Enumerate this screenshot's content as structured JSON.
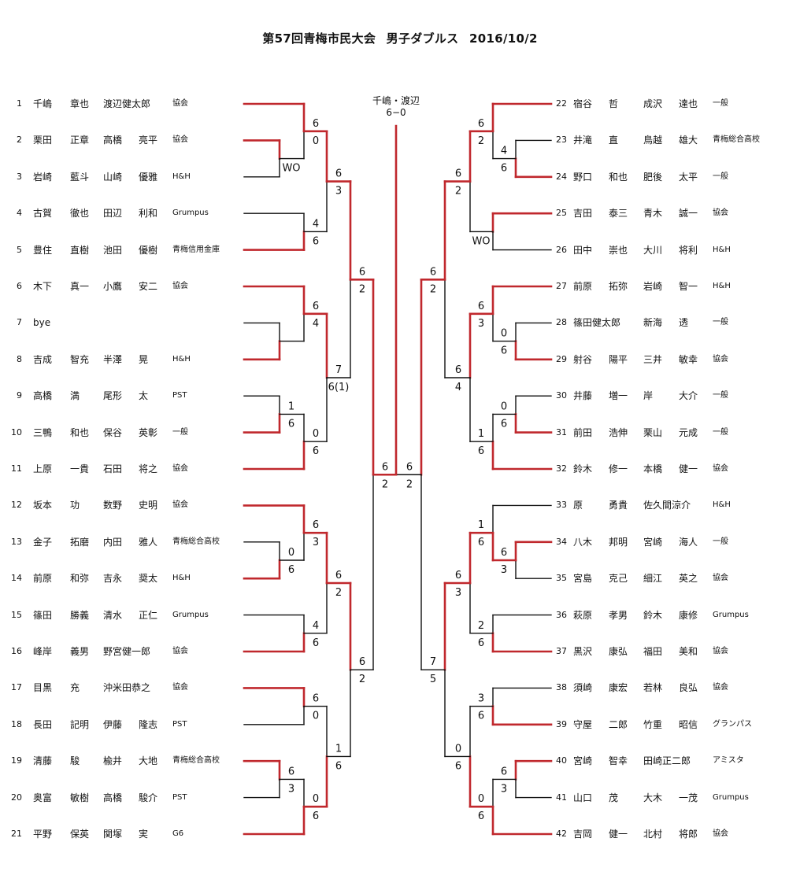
{
  "title": {
    "event": "第57回青梅市民大会",
    "category": "男子ダブルス",
    "date": "2016/10/2"
  },
  "champion": {
    "names": "千嶋・渡辺",
    "final_score": "6−0"
  },
  "colors": {
    "winner_line": "#c0282d",
    "loser_line": "#111111"
  },
  "left_entries": [
    {
      "no": "1",
      "p1": [
        "千嶋",
        "章也"
      ],
      "p2": [
        "渡辺健太郎",
        ""
      ],
      "club": "協会"
    },
    {
      "no": "2",
      "p1": [
        "栗田",
        "正章"
      ],
      "p2": [
        "高橋",
        "亮平"
      ],
      "club": "協会"
    },
    {
      "no": "3",
      "p1": [
        "岩崎",
        "藍斗"
      ],
      "p2": [
        "山崎",
        "優雅"
      ],
      "club": "H&H"
    },
    {
      "no": "4",
      "p1": [
        "古賀",
        "徹也"
      ],
      "p2": [
        "田辺",
        "利和"
      ],
      "club": "Grumpus"
    },
    {
      "no": "5",
      "p1": [
        "豊住",
        "直樹"
      ],
      "p2": [
        "池田",
        "優樹"
      ],
      "club": "青梅信用金庫"
    },
    {
      "no": "6",
      "p1": [
        "木下",
        "真一"
      ],
      "p2": [
        "小鷹",
        "安二"
      ],
      "club": "協会"
    },
    {
      "no": "7",
      "p1": [
        "bye",
        ""
      ],
      "p2": [
        "",
        ""
      ],
      "club": ""
    },
    {
      "no": "8",
      "p1": [
        "吉成",
        "智充"
      ],
      "p2": [
        "半澤",
        "晃"
      ],
      "club": "H&H"
    },
    {
      "no": "9",
      "p1": [
        "高橋",
        "満"
      ],
      "p2": [
        "尾形",
        "太"
      ],
      "club": "PST"
    },
    {
      "no": "10",
      "p1": [
        "三鴨",
        "和也"
      ],
      "p2": [
        "保谷",
        "英彰"
      ],
      "club": "一般"
    },
    {
      "no": "11",
      "p1": [
        "上原",
        "一貴"
      ],
      "p2": [
        "石田",
        "将之"
      ],
      "club": "協会"
    },
    {
      "no": "12",
      "p1": [
        "坂本",
        "功"
      ],
      "p2": [
        "数野",
        "史明"
      ],
      "club": "協会"
    },
    {
      "no": "13",
      "p1": [
        "金子",
        "拓磨"
      ],
      "p2": [
        "内田",
        "雅人"
      ],
      "club": "青梅総合高校"
    },
    {
      "no": "14",
      "p1": [
        "前原",
        "和弥"
      ],
      "p2": [
        "吉永",
        "奨太"
      ],
      "club": "H&H"
    },
    {
      "no": "15",
      "p1": [
        "篠田",
        "勝義"
      ],
      "p2": [
        "清水",
        "正仁"
      ],
      "club": "Grumpus"
    },
    {
      "no": "16",
      "p1": [
        "峰岸",
        "義男"
      ],
      "p2": [
        "野宮健一郎",
        ""
      ],
      "club": "協会"
    },
    {
      "no": "17",
      "p1": [
        "目黒",
        "充"
      ],
      "p2": [
        "沖米田恭之",
        ""
      ],
      "club": "協会"
    },
    {
      "no": "18",
      "p1": [
        "長田",
        "記明"
      ],
      "p2": [
        "伊藤",
        "隆志"
      ],
      "club": "PST"
    },
    {
      "no": "19",
      "p1": [
        "清藤",
        "駿"
      ],
      "p2": [
        "楡井",
        "大地"
      ],
      "club": "青梅総合高校"
    },
    {
      "no": "20",
      "p1": [
        "奥富",
        "敏樹"
      ],
      "p2": [
        "高橋",
        "駿介"
      ],
      "club": "PST"
    },
    {
      "no": "21",
      "p1": [
        "平野",
        "保英"
      ],
      "p2": [
        "関塚",
        "実"
      ],
      "club": "G6"
    }
  ],
  "right_entries": [
    {
      "no": "22",
      "p1": [
        "宿谷",
        "哲"
      ],
      "p2": [
        "成沢",
        "達也"
      ],
      "club": "一般"
    },
    {
      "no": "23",
      "p1": [
        "井滝",
        "直"
      ],
      "p2": [
        "鳥越",
        "雄大"
      ],
      "club": "青梅総合高校"
    },
    {
      "no": "24",
      "p1": [
        "野口",
        "和也"
      ],
      "p2": [
        "肥後",
        "太平"
      ],
      "club": "一般"
    },
    {
      "no": "25",
      "p1": [
        "吉田",
        "泰三"
      ],
      "p2": [
        "青木",
        "誠一"
      ],
      "club": "協会"
    },
    {
      "no": "26",
      "p1": [
        "田中",
        "崇也"
      ],
      "p2": [
        "大川",
        "将利"
      ],
      "club": "H&H"
    },
    {
      "no": "27",
      "p1": [
        "前原",
        "拓弥"
      ],
      "p2": [
        "岩崎",
        "智一"
      ],
      "club": "H&H"
    },
    {
      "no": "28",
      "p1": [
        "篠田健太郎",
        ""
      ],
      "p2": [
        "新海",
        "透"
      ],
      "club": "一般"
    },
    {
      "no": "29",
      "p1": [
        "射谷",
        "陽平"
      ],
      "p2": [
        "三井",
        "敏幸"
      ],
      "club": "協会"
    },
    {
      "no": "30",
      "p1": [
        "井藤",
        "増一"
      ],
      "p2": [
        "岸",
        "大介"
      ],
      "club": "一般"
    },
    {
      "no": "31",
      "p1": [
        "前田",
        "浩伸"
      ],
      "p2": [
        "栗山",
        "元成"
      ],
      "club": "一般"
    },
    {
      "no": "32",
      "p1": [
        "鈴木",
        "修一"
      ],
      "p2": [
        "本橋",
        "健一"
      ],
      "club": "協会"
    },
    {
      "no": "33",
      "p1": [
        "原",
        "勇貴"
      ],
      "p2": [
        "佐久間涼介",
        ""
      ],
      "club": "H&H"
    },
    {
      "no": "34",
      "p1": [
        "八木",
        "邦明"
      ],
      "p2": [
        "宮崎",
        "海人"
      ],
      "club": "一般"
    },
    {
      "no": "35",
      "p1": [
        "宮島",
        "克己"
      ],
      "p2": [
        "細江",
        "英之"
      ],
      "club": "協会"
    },
    {
      "no": "36",
      "p1": [
        "萩原",
        "孝男"
      ],
      "p2": [
        "鈴木",
        "康修"
      ],
      "club": "Grumpus"
    },
    {
      "no": "37",
      "p1": [
        "黒沢",
        "康弘"
      ],
      "p2": [
        "福田",
        "美和"
      ],
      "club": "協会"
    },
    {
      "no": "38",
      "p1": [
        "須崎",
        "康宏"
      ],
      "p2": [
        "若林",
        "良弘"
      ],
      "club": "協会"
    },
    {
      "no": "39",
      "p1": [
        "守屋",
        "二郎"
      ],
      "p2": [
        "竹重",
        "昭信"
      ],
      "club": "グランパス"
    },
    {
      "no": "40",
      "p1": [
        "宮崎",
        "智幸"
      ],
      "p2": [
        "田崎正二郎",
        ""
      ],
      "club": "アミスタ"
    },
    {
      "no": "41",
      "p1": [
        "山口",
        "茂"
      ],
      "p2": [
        "大木",
        "一茂"
      ],
      "club": "Grumpus"
    },
    {
      "no": "42",
      "p1": [
        "吉岡",
        "健一"
      ],
      "p2": [
        "北村",
        "将郎"
      ],
      "club": "協会"
    }
  ],
  "matches": {
    "left": [
      {
        "id": "L1",
        "round": 0,
        "a": {
          "entry": 2
        },
        "b": {
          "entry": 3
        },
        "winner": "a",
        "top_score": "",
        "bottom_score": "WO"
      },
      {
        "id": "L2",
        "round": 1,
        "a": {
          "entry": 1
        },
        "b": {
          "match": "L1"
        },
        "winner": "a",
        "top_score": "6",
        "bottom_score": "0"
      },
      {
        "id": "L3",
        "round": 1,
        "a": {
          "entry": 4
        },
        "b": {
          "entry": 5
        },
        "winner": "b",
        "top_score": "4",
        "bottom_score": "6"
      },
      {
        "id": "L4",
        "round": 2,
        "a": {
          "match": "L2"
        },
        "b": {
          "match": "L3"
        },
        "winner": "a",
        "top_score": "6",
        "bottom_score": "3"
      },
      {
        "id": "L5",
        "round": 0,
        "a": {
          "entry": 7
        },
        "b": {
          "entry": 8
        },
        "winner": "b",
        "top_score": "",
        "bottom_score": ""
      },
      {
        "id": "L6",
        "round": 1,
        "a": {
          "entry": 6
        },
        "b": {
          "match": "L5"
        },
        "winner": "a",
        "top_score": "6",
        "bottom_score": "4"
      },
      {
        "id": "L7",
        "round": 0,
        "a": {
          "entry": 9
        },
        "b": {
          "entry": 10
        },
        "winner": "b",
        "top_score": "1",
        "bottom_score": "6"
      },
      {
        "id": "L8",
        "round": 1,
        "a": {
          "match": "L7"
        },
        "b": {
          "entry": 11
        },
        "winner": "b",
        "top_score": "0",
        "bottom_score": "6"
      },
      {
        "id": "L9",
        "round": 2,
        "a": {
          "match": "L6"
        },
        "b": {
          "match": "L8"
        },
        "winner": "a",
        "top_score": "7",
        "bottom_score": "6(1)"
      },
      {
        "id": "L10",
        "round": 3,
        "a": {
          "match": "L4"
        },
        "b": {
          "match": "L9"
        },
        "winner": "a",
        "top_score": "6",
        "bottom_score": "2"
      },
      {
        "id": "L11",
        "round": 0,
        "a": {
          "entry": 13
        },
        "b": {
          "entry": 14
        },
        "winner": "b",
        "top_score": "0",
        "bottom_score": "6"
      },
      {
        "id": "L12",
        "round": 1,
        "a": {
          "entry": 12
        },
        "b": {
          "match": "L11"
        },
        "winner": "a",
        "top_score": "6",
        "bottom_score": "3"
      },
      {
        "id": "L13",
        "round": 1,
        "a": {
          "entry": 15
        },
        "b": {
          "entry": 16
        },
        "winner": "b",
        "top_score": "4",
        "bottom_score": "6"
      },
      {
        "id": "L14",
        "round": 2,
        "a": {
          "match": "L12"
        },
        "b": {
          "match": "L13"
        },
        "winner": "a",
        "top_score": "6",
        "bottom_score": "2"
      },
      {
        "id": "L15",
        "round": 1,
        "a": {
          "entry": 17
        },
        "b": {
          "entry": 18
        },
        "winner": "a",
        "top_score": "6",
        "bottom_score": "0"
      },
      {
        "id": "L16",
        "round": 0,
        "a": {
          "entry": 19
        },
        "b": {
          "entry": 20
        },
        "winner": "a",
        "top_score": "6",
        "bottom_score": "3"
      },
      {
        "id": "L17",
        "round": 1,
        "a": {
          "match": "L16"
        },
        "b": {
          "entry": 21
        },
        "winner": "b",
        "top_score": "0",
        "bottom_score": "6"
      },
      {
        "id": "L18",
        "round": 2,
        "a": {
          "match": "L15"
        },
        "b": {
          "match": "L17"
        },
        "winner": "b",
        "top_score": "1",
        "bottom_score": "6"
      },
      {
        "id": "L19",
        "round": 3,
        "a": {
          "match": "L14"
        },
        "b": {
          "match": "L18"
        },
        "winner": "a",
        "top_score": "6",
        "bottom_score": "2"
      },
      {
        "id": "L20",
        "round": 4,
        "a": {
          "match": "L10"
        },
        "b": {
          "match": "L19"
        },
        "winner": "a",
        "top_score": "6",
        "bottom_score": "2"
      }
    ],
    "right": [
      {
        "id": "R1",
        "round": 0,
        "a": {
          "entry": 23
        },
        "b": {
          "entry": 24
        },
        "winner": "b",
        "top_score": "4",
        "bottom_score": "6"
      },
      {
        "id": "R2",
        "round": 1,
        "a": {
          "entry": 22
        },
        "b": {
          "match": "R1"
        },
        "winner": "a",
        "top_score": "6",
        "bottom_score": "2"
      },
      {
        "id": "R3",
        "round": 1,
        "a": {
          "entry": 25
        },
        "b": {
          "entry": 26
        },
        "winner": "a",
        "top_score": "",
        "bottom_score": "WO"
      },
      {
        "id": "R4",
        "round": 2,
        "a": {
          "match": "R2"
        },
        "b": {
          "match": "R3"
        },
        "winner": "a",
        "top_score": "6",
        "bottom_score": "2"
      },
      {
        "id": "R5",
        "round": 0,
        "a": {
          "entry": 28
        },
        "b": {
          "entry": 29
        },
        "winner": "b",
        "top_score": "0",
        "bottom_score": "6"
      },
      {
        "id": "R6",
        "round": 1,
        "a": {
          "entry": 27
        },
        "b": {
          "match": "R5"
        },
        "winner": "a",
        "top_score": "6",
        "bottom_score": "3"
      },
      {
        "id": "R7",
        "round": 0,
        "a": {
          "entry": 30
        },
        "b": {
          "entry": 31
        },
        "winner": "b",
        "top_score": "0",
        "bottom_score": "6"
      },
      {
        "id": "R8",
        "round": 1,
        "a": {
          "match": "R7"
        },
        "b": {
          "entry": 32
        },
        "winner": "b",
        "top_score": "1",
        "bottom_score": "6"
      },
      {
        "id": "R9",
        "round": 2,
        "a": {
          "match": "R6"
        },
        "b": {
          "match": "R8"
        },
        "winner": "a",
        "top_score": "6",
        "bottom_score": "4"
      },
      {
        "id": "R10",
        "round": 3,
        "a": {
          "match": "R4"
        },
        "b": {
          "match": "R9"
        },
        "winner": "a",
        "top_score": "6",
        "bottom_score": "2"
      },
      {
        "id": "R11",
        "round": 0,
        "a": {
          "entry": 34
        },
        "b": {
          "entry": 35
        },
        "winner": "a",
        "top_score": "6",
        "bottom_score": "3"
      },
      {
        "id": "R12",
        "round": 1,
        "a": {
          "entry": 33
        },
        "b": {
          "match": "R11"
        },
        "winner": "b",
        "top_score": "1",
        "bottom_score": "6"
      },
      {
        "id": "R13",
        "round": 1,
        "a": {
          "entry": 36
        },
        "b": {
          "entry": 37
        },
        "winner": "b",
        "top_score": "2",
        "bottom_score": "6"
      },
      {
        "id": "R14",
        "round": 2,
        "a": {
          "match": "R12"
        },
        "b": {
          "match": "R13"
        },
        "winner": "a",
        "top_score": "6",
        "bottom_score": "3"
      },
      {
        "id": "R15",
        "round": 1,
        "a": {
          "entry": 38
        },
        "b": {
          "entry": 39
        },
        "winner": "b",
        "top_score": "3",
        "bottom_score": "6"
      },
      {
        "id": "R16",
        "round": 0,
        "a": {
          "entry": 40
        },
        "b": {
          "entry": 41
        },
        "winner": "a",
        "top_score": "6",
        "bottom_score": "3"
      },
      {
        "id": "R17",
        "round": 1,
        "a": {
          "match": "R16"
        },
        "b": {
          "entry": 42
        },
        "winner": "b",
        "top_score": "0",
        "bottom_score": "6"
      },
      {
        "id": "R18",
        "round": 2,
        "a": {
          "match": "R15"
        },
        "b": {
          "match": "R17"
        },
        "winner": "b",
        "top_score": "0",
        "bottom_score": "6"
      },
      {
        "id": "R19",
        "round": 3,
        "a": {
          "match": "R14"
        },
        "b": {
          "match": "R18"
        },
        "winner": "a",
        "top_score": "7",
        "bottom_score": "5"
      },
      {
        "id": "R20",
        "round": 4,
        "a": {
          "match": "R10"
        },
        "b": {
          "match": "R19"
        },
        "winner": "a",
        "top_score": "6",
        "bottom_score": "2"
      }
    ],
    "final": {
      "winner": "left"
    }
  }
}
